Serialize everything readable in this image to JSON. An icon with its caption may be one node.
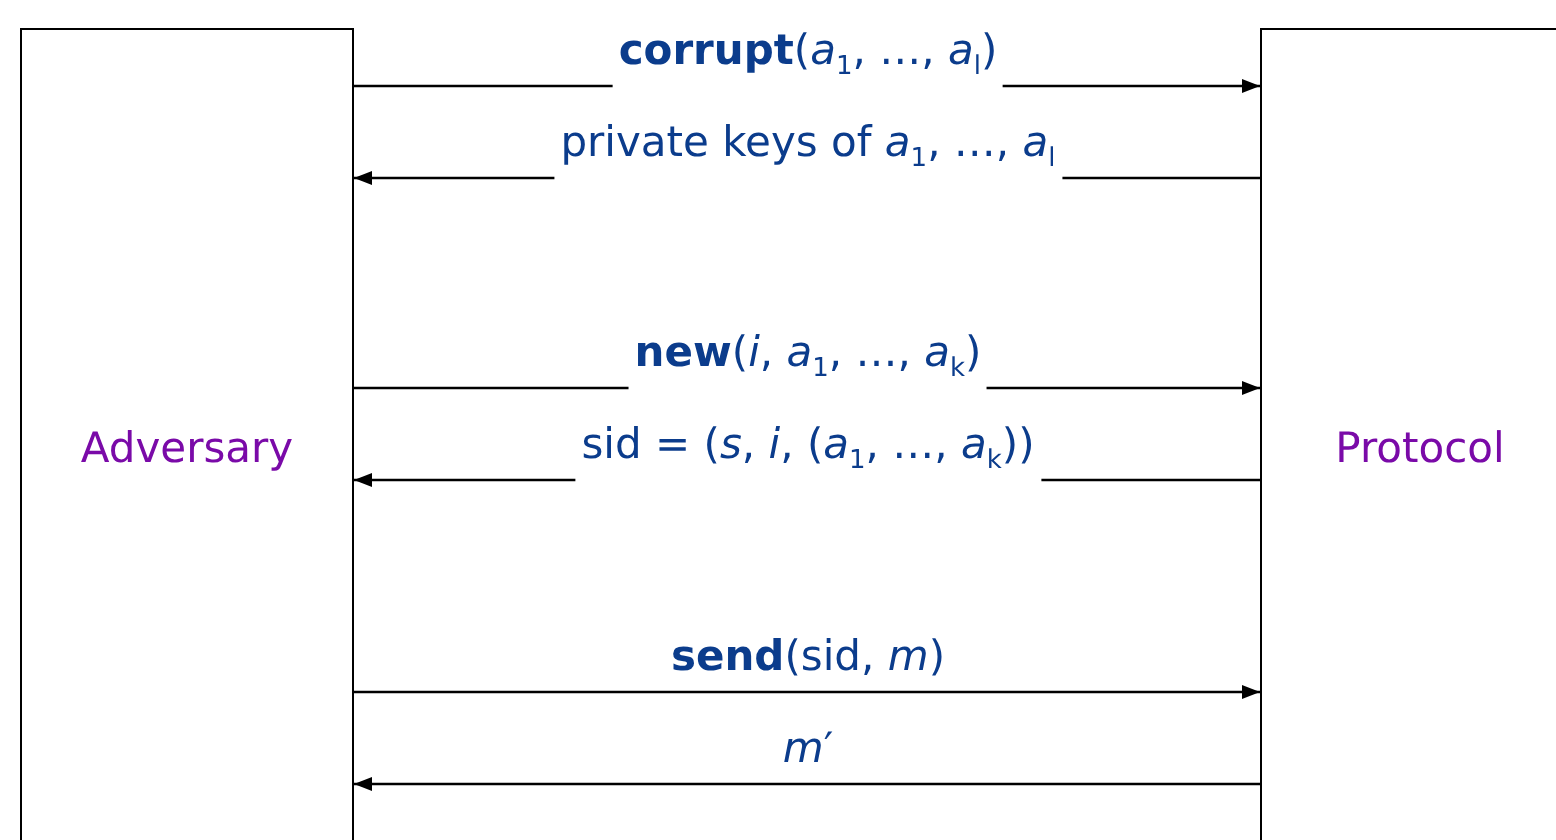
{
  "diagram": {
    "nodes": [
      {
        "text": [
          "Adversary"
        ]
      },
      {
        "text": [
          "Protocol"
        ]
      }
    ],
    "edges": [
      {
        "from": 0,
        "to": 1,
        "arrow": "to",
        "label": "**corrupt**(*a*$_{1}$, …, *a*$_{l}$)"
      },
      {
        "from": 1,
        "to": 0,
        "arrow": "to",
        "label": "private keys of *a*$_{1}$, …, *a*$_{l}$"
      },
      {
        "from": 0,
        "to": 1,
        "arrow": "to",
        "label": "**new**(*i*, *a*$_{1}$, …, *a*$_{k}$)"
      },
      {
        "from": 1,
        "to": 0,
        "arrow": "to",
        "label": "sid = (*s*, *i*, (*a*$_{1}$, …, *a*$_{k}$))"
      },
      {
        "from": 0,
        "to": 1,
        "arrow": "to",
        "label": "**send**(sid, *m*)"
      },
      {
        "from": 1,
        "to": 0,
        "arrow": "to",
        "label": "*m*′"
      }
    ]
  }
}
